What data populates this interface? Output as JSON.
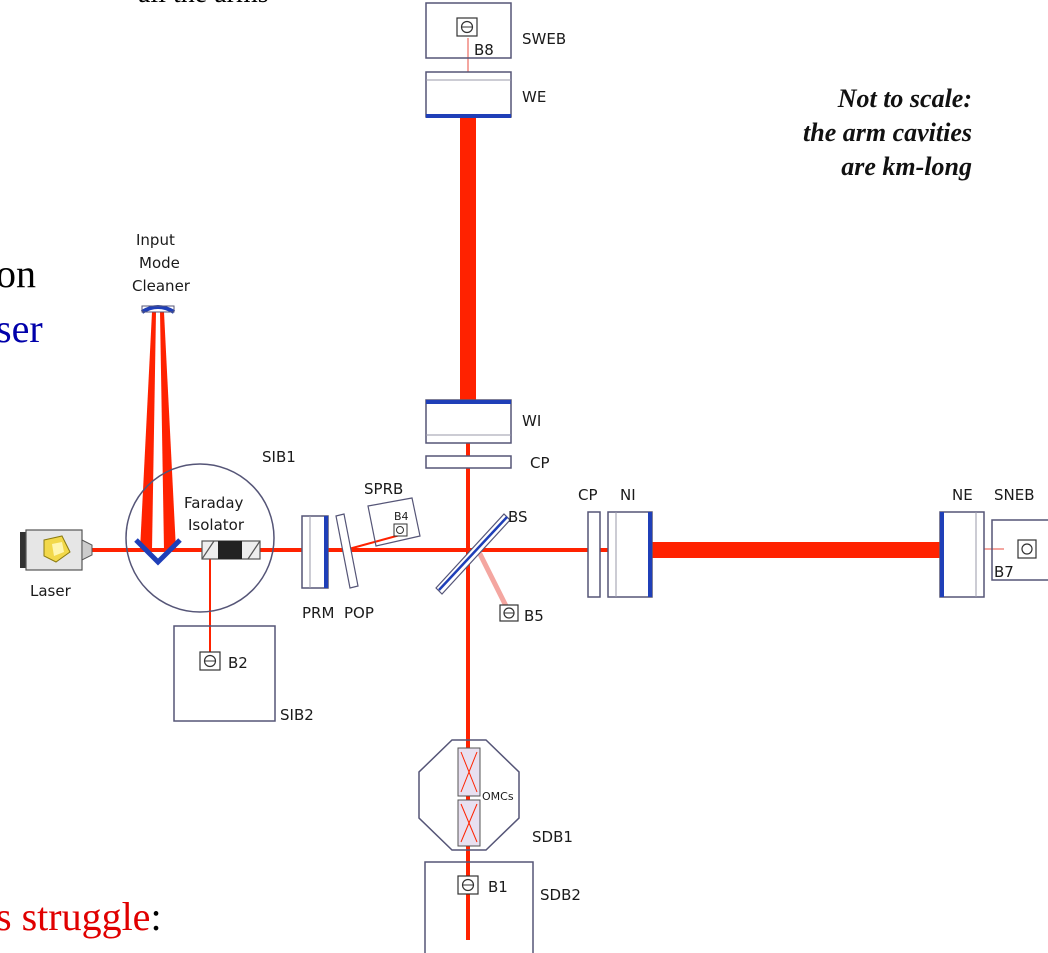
{
  "note": {
    "lines": [
      "Not to scale:",
      "the arm cavities",
      "are km-long"
    ]
  },
  "slide_text": {
    "top_fragment": "all the arms",
    "line1": "on",
    "line2": "ser",
    "bottom_red": "s struggle",
    "bottom_tail": ":"
  },
  "labels": {
    "sweb": "SWEB",
    "b8": "B8",
    "we": "WE",
    "input_mode_cleaner": [
      "Input",
      "Mode",
      "Cleaner"
    ],
    "wi": "WI",
    "cp_top": "CP",
    "sib1": "SIB1",
    "sprb": "SPRB",
    "b4": "B4",
    "faraday": "Faraday",
    "isolator": "Isolator",
    "laser": "Laser",
    "prm": "PRM",
    "pop": "POP",
    "bs": "BS",
    "cp_right": "CP",
    "ni": "NI",
    "ne": "NE",
    "sneb": "SNEB",
    "b7": "B7",
    "b5": "B5",
    "b2": "B2",
    "sib2": "SIB2",
    "omcs": "OMCs",
    "sdb1": "SDB1",
    "b1": "B1",
    "sdb2": "SDB2"
  },
  "colors": {
    "beam": "#ff2200",
    "beam_faint": "#f4a6a0",
    "mirror_coating": "#1f3fb8",
    "outline": "#555577"
  }
}
